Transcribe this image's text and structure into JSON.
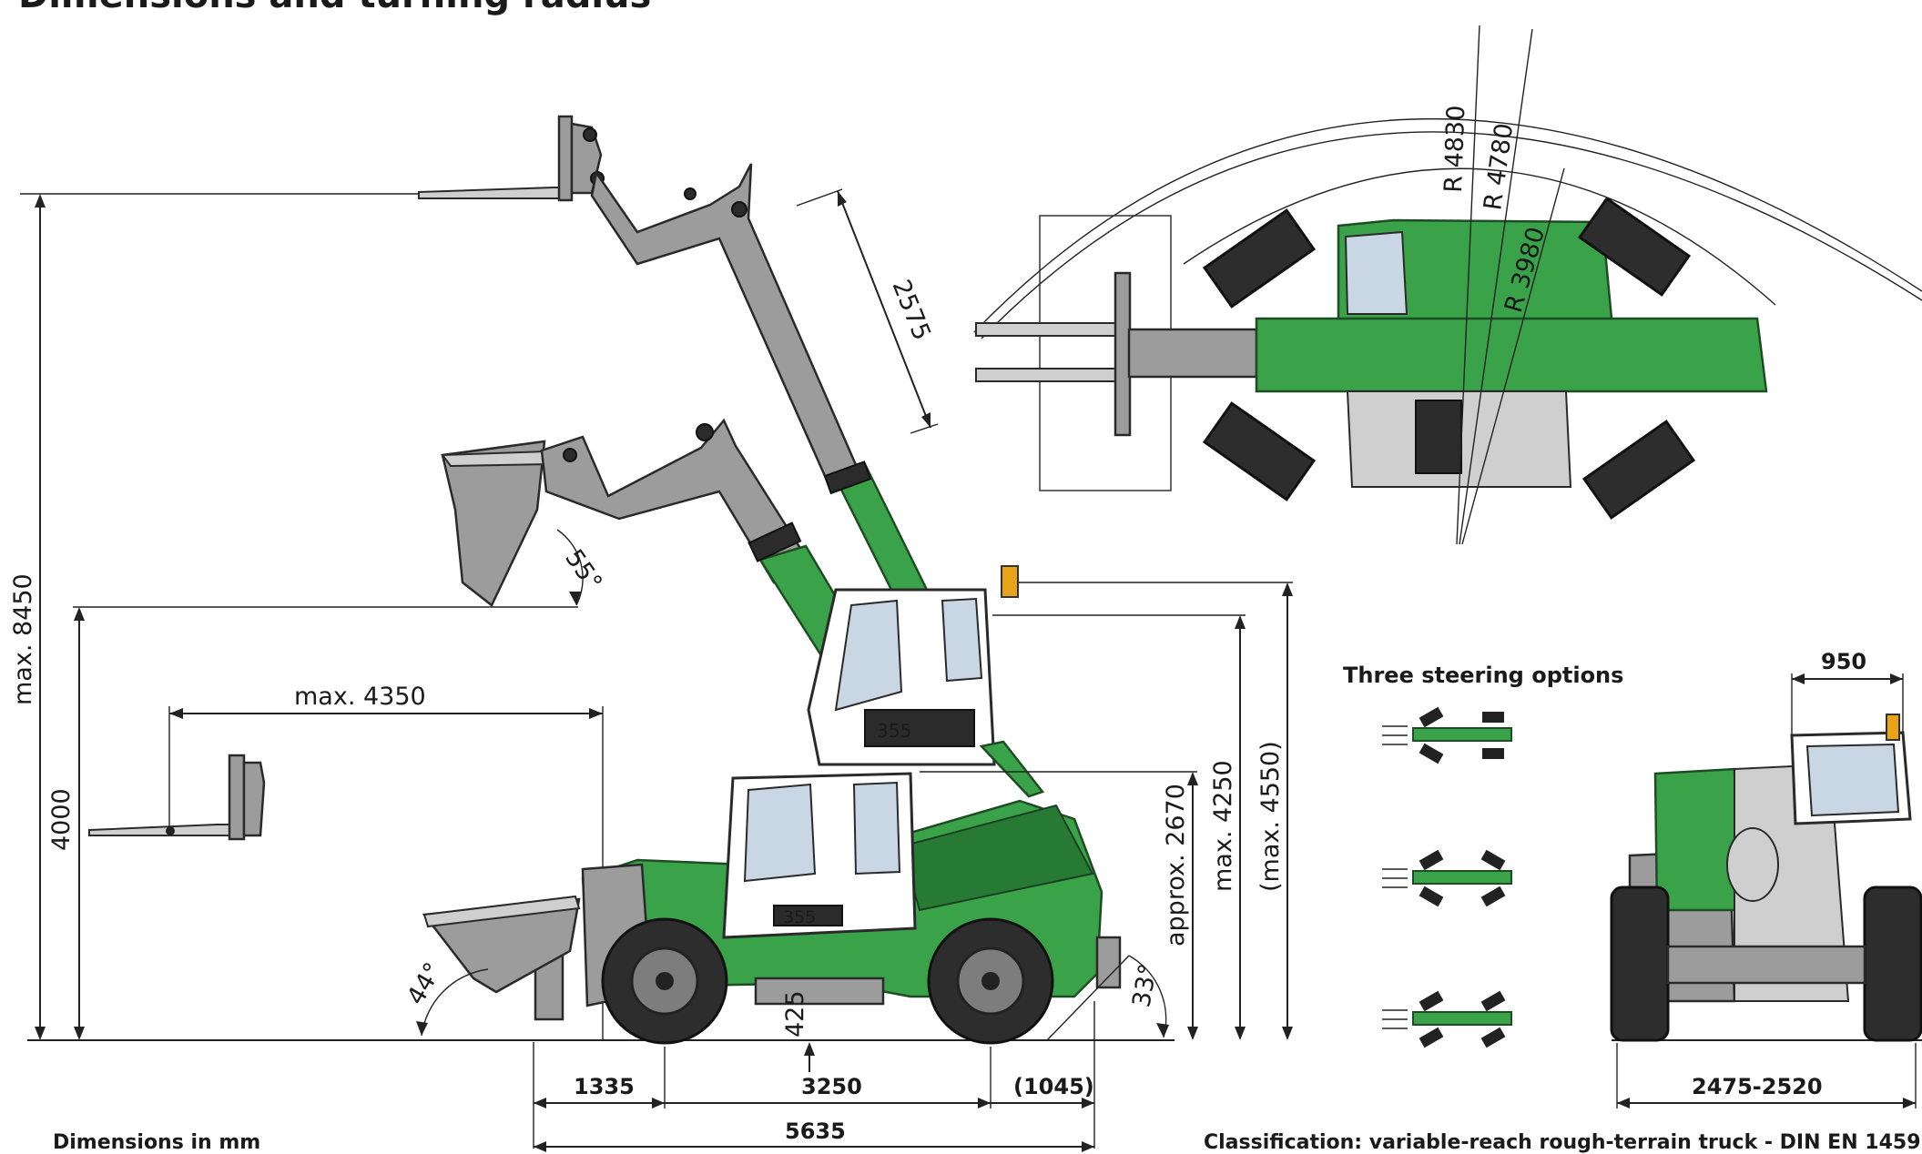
{
  "page": {
    "title": "Dimensions and turning radius",
    "note_units": "Dimensions in mm",
    "classification": "Classification: variable-reach rough-terrain truck - DIN EN 1459",
    "steering_title": "Three steering options"
  },
  "dimensions": {
    "max_height": "max. 8450",
    "height_4000": "4000",
    "reach": "max. 4350",
    "telescope": "2575",
    "r1": "R 4830",
    "r2": "R 4780",
    "r3": "R 3980",
    "angle_55": "55°",
    "angle_44": "44°",
    "angle_33": "33°",
    "ground_clearance": "425",
    "front_overhang": "1335",
    "wheelbase": "3250",
    "rear_overhang": "(1045)",
    "total_length": "5635",
    "cab_height": "approx. 2670",
    "max_cab_height": "max. 4250",
    "max_cab_height_raised": "(max. 4550)",
    "cab_width": "950",
    "track_width": "2475-2520"
  },
  "colors": {
    "machine_green": "#3aa34a",
    "attachment_grey": "#9c9c9c",
    "tyre": "#2d2d2d"
  },
  "icons": [
    "steering-front-wheel-icon",
    "steering-all-wheel-icon",
    "steering-crab-icon"
  ]
}
